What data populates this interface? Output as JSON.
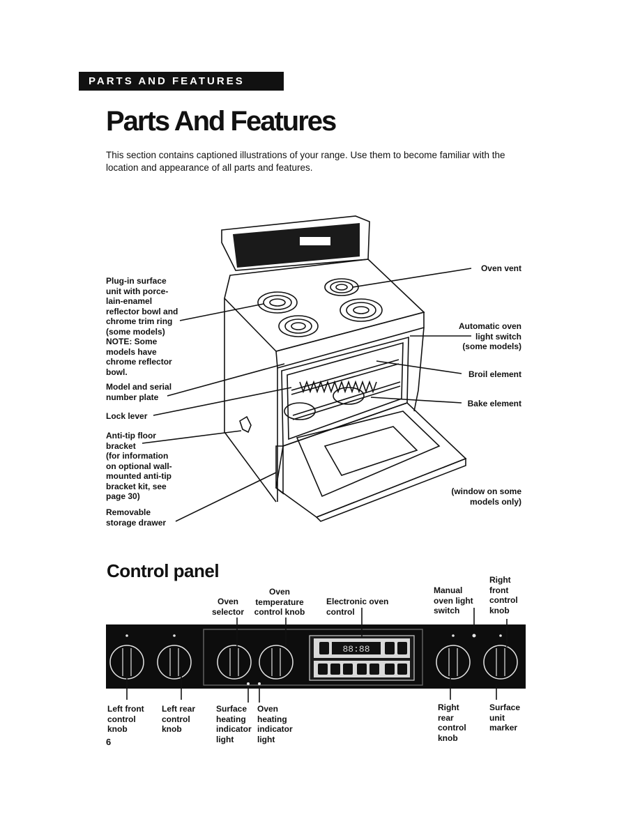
{
  "header": {
    "section_label": "PARTS AND FEATURES"
  },
  "title": "Parts And Features",
  "intro": "This section contains captioned illustrations of your range. Use them to become familiar with the location and appearance of all parts and features.",
  "range_labels": {
    "plug_in": [
      "Plug-in surface",
      "unit with porce-",
      "lain-enamel",
      "reflector bowl and",
      "chrome trim ring",
      "(some models)",
      "NOTE: Some",
      "models have",
      "chrome reflector",
      "bowl."
    ],
    "model_plate": [
      "Model and serial",
      "number plate"
    ],
    "lock_lever": [
      "Lock lever"
    ],
    "anti_tip": [
      "Anti-tip floor",
      "bracket",
      "(for information",
      "on optional wall-",
      "mounted anti-tip",
      "bracket kit, see",
      "page 30)"
    ],
    "drawer": [
      "Removable",
      "storage drawer"
    ],
    "oven_vent": [
      "Oven vent"
    ],
    "light_switch": [
      "Automatic oven",
      "light switch",
      "(some models)"
    ],
    "broil": [
      "Broil element"
    ],
    "bake": [
      "Bake element"
    ],
    "window": [
      "(window on some",
      "models only)"
    ]
  },
  "control_panel": {
    "title": "Control panel",
    "top_labels": {
      "oven_selector": [
        "Oven",
        "selector"
      ],
      "oven_temp": [
        "Oven",
        "temperature",
        "control knob"
      ],
      "electronic": [
        "Electronic oven",
        "control"
      ],
      "manual_light": [
        "Manual",
        "oven light",
        "switch"
      ],
      "right_front": [
        "Right",
        "front",
        "control",
        "knob"
      ]
    },
    "bottom_labels": {
      "left_front": [
        "Left front",
        "control",
        "knob"
      ],
      "left_rear": [
        "Left rear",
        "control",
        "knob"
      ],
      "surface_heating": [
        "Surface",
        "heating",
        "indicator",
        "light"
      ],
      "oven_heating": [
        "Oven",
        "heating",
        "indicator",
        "light"
      ],
      "right_rear": [
        "Right",
        "rear",
        "control",
        "knob"
      ],
      "surface_marker": [
        "Surface",
        "unit",
        "marker"
      ]
    },
    "display_digits": "88:88"
  },
  "page_number": "6"
}
